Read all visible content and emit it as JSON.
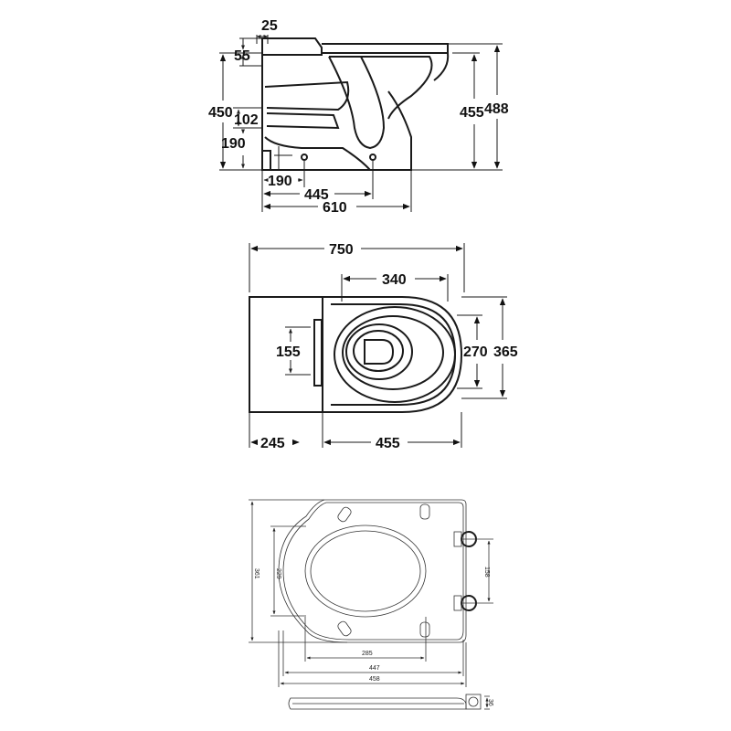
{
  "side_view": {
    "dims": {
      "top_gap": "25",
      "cistern_drop": "55",
      "total_height_left": "450",
      "outlet_offset": "102",
      "outlet_height": "190",
      "rim_height": "455",
      "seat_height": "488",
      "outlet_center": "190",
      "fixing_dist": "445",
      "overall_depth": "610"
    }
  },
  "plan_view": {
    "dims": {
      "overall_length": "750",
      "seat_opening_length": "340",
      "tank_width": "155",
      "bowl_inner_width": "270",
      "bowl_outer_width": "365",
      "tank_depth": "245",
      "bowl_depth": "455"
    }
  },
  "seat_view": {
    "dims": {
      "inner_width": "229",
      "outer_width": "361",
      "hinge_spacing": "158",
      "inner_length": "285",
      "mid_length": "447",
      "overall_length": "458",
      "thickness": "36"
    }
  }
}
